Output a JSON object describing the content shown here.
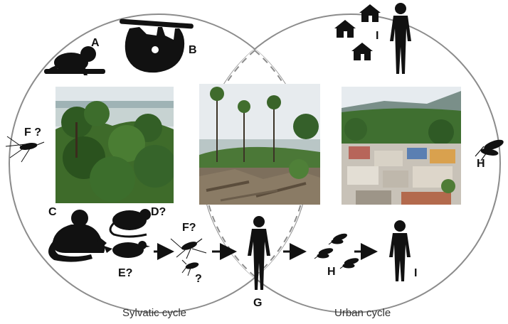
{
  "cycles": {
    "sylvatic_label": "Sylvatic cycle",
    "urban_label": "Urban cycle"
  },
  "labels": {
    "A": "A",
    "B": "B",
    "C": "C",
    "D": "D?",
    "E": "E?",
    "F_left": "F ?",
    "F_mid": "F?",
    "unknown": "?",
    "G": "G",
    "H_right": "H",
    "H_mid": "H",
    "I_top": "I",
    "I_bottom": "I"
  },
  "photos": [
    {
      "name": "rainforest-photo",
      "subject": "forest"
    },
    {
      "name": "deforestation-photo",
      "subject": "cleared forest"
    },
    {
      "name": "town-photo",
      "subject": "town"
    }
  ],
  "colors": {
    "circle_stroke": "#8c8c8c",
    "silhouette": "#111111"
  }
}
